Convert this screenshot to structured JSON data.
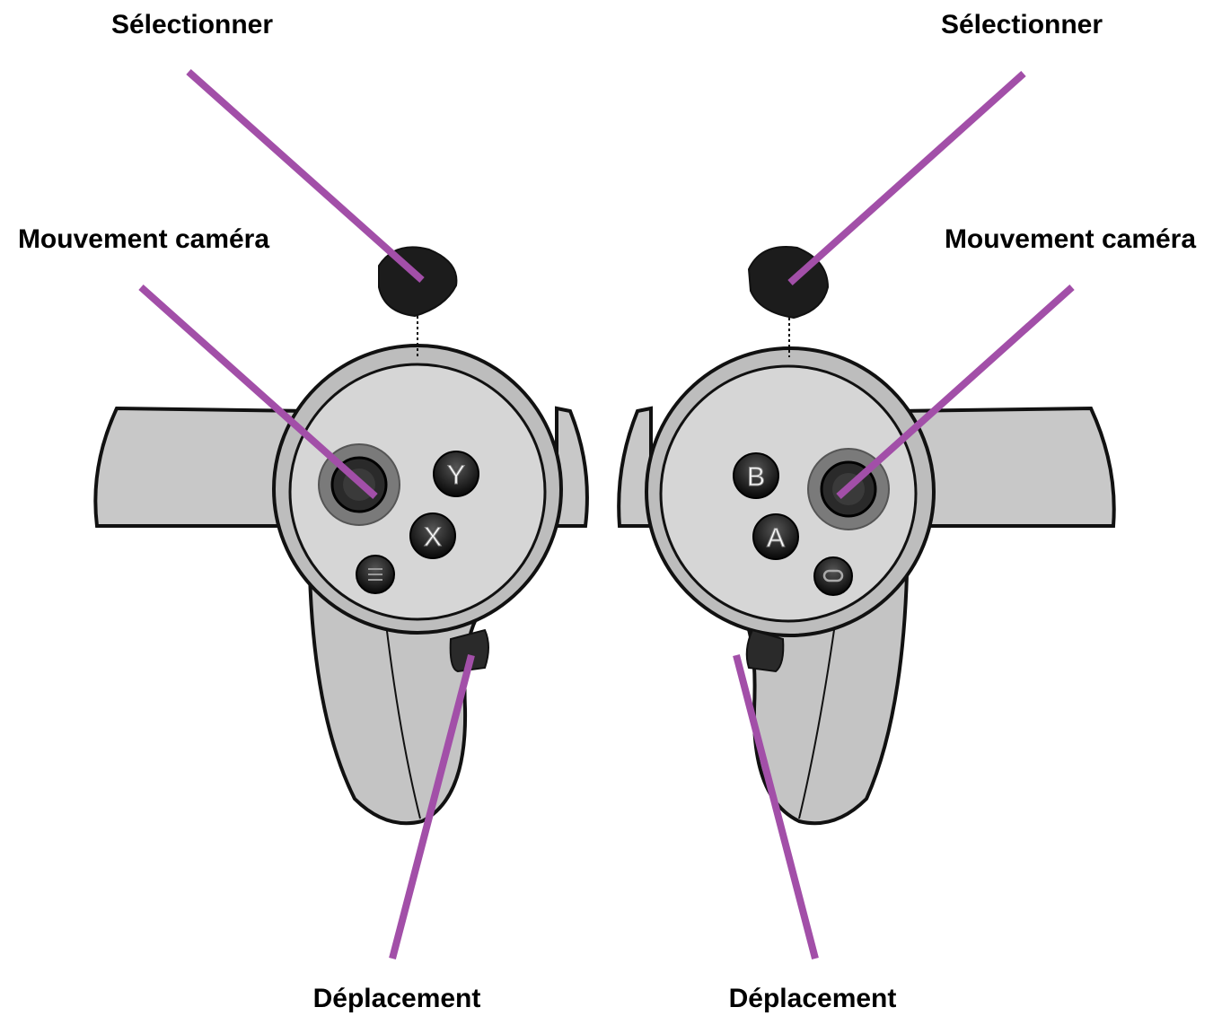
{
  "labels": {
    "left_trigger": "Sélectionner",
    "right_trigger": "Sélectionner",
    "left_stick": "Mouvement caméra",
    "right_stick": "Mouvement caméra",
    "left_grip": "Déplacement",
    "right_grip": "Déplacement"
  },
  "buttons": {
    "left_upper": "Y",
    "left_lower": "X",
    "right_upper": "B",
    "right_lower": "A"
  },
  "icons": {
    "left_menu": "menu-icon",
    "right_system": "oculus-icon"
  },
  "colors": {
    "callout_line": "#a24fa8",
    "controller_body": "#c8c8c8",
    "controller_face": "#d4d4d4",
    "outline": "#111111",
    "button_fill": "#1a1a1a"
  }
}
